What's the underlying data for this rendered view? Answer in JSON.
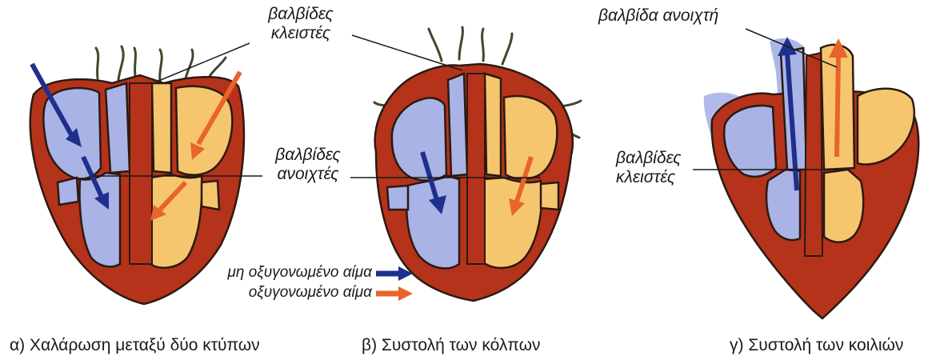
{
  "colors": {
    "muscle": "#b5321b",
    "outline": "#2b1a12",
    "deoxygenated": "#a9b3e6",
    "oxygenated": "#f6c66f",
    "deoxygenated_arrow": "#1f2f8c",
    "oxygenated_arrow": "#e8642a",
    "vessel_stroke": "#3b4a2c"
  },
  "labels": {
    "valves_closed_top": [
      "βαλβίδες",
      "κλειστές"
    ],
    "valves_open_middle": [
      "βαλβίδες",
      "ανοιχτές"
    ],
    "valve_open_top_right": "βαλβίδα ανοιχτή",
    "valves_closed_right": [
      "βαλβίδες",
      "κλειστές"
    ]
  },
  "legend": {
    "deoxygenated": "μη οξυγονωμένο αίμα",
    "oxygenated": "οξυγονωμένο αίμα"
  },
  "captions": [
    "α) Χαλάρωση μεταξύ δύο κτύπων",
    "β) Συστολή των κόλπων",
    "γ) Συστολή των κοιλιών"
  ]
}
